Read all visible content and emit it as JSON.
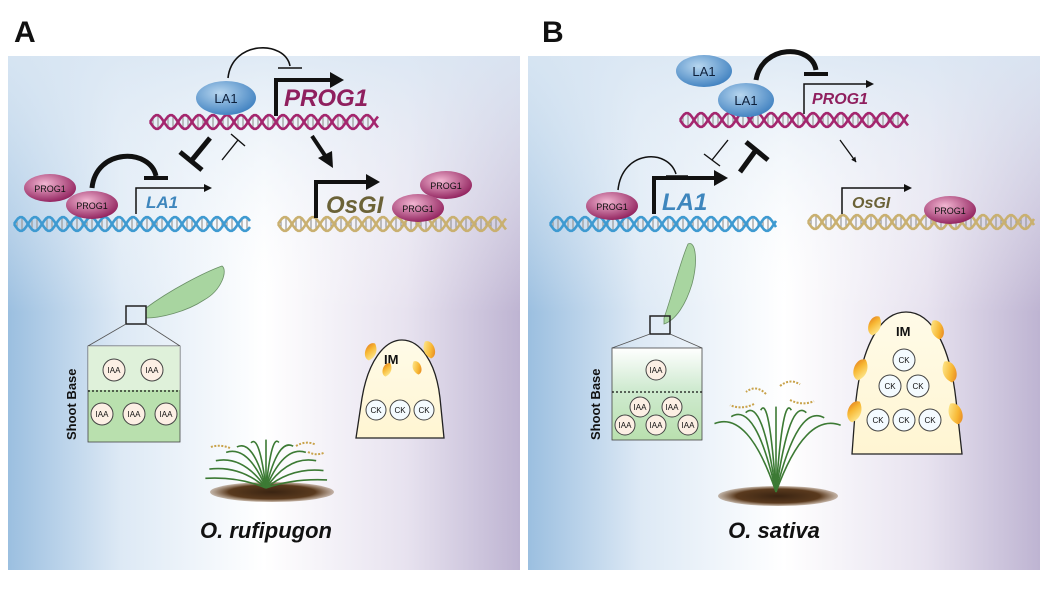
{
  "panels": [
    {
      "letter": "A",
      "genes": {
        "prog1": "PROG1",
        "la1": "LA1",
        "osgi": "OsGI"
      },
      "proteins": {
        "la1": "LA1",
        "prog1": "PROG1"
      },
      "shoot_base": "Shoot Base",
      "hormone_auxin": "IAA",
      "hormone_cytokinin": "CK",
      "meristem": "IM",
      "species": "O. rufipugon"
    },
    {
      "letter": "B",
      "genes": {
        "prog1": "PROG1",
        "la1": "LA1",
        "osgi": "OsGI"
      },
      "proteins": {
        "la1": "LA1",
        "prog1": "PROG1"
      },
      "shoot_base": "Shoot Base",
      "hormone_auxin": "IAA",
      "hormone_cytokinin": "CK",
      "meristem": "IM",
      "species": "O. sativa"
    }
  ],
  "colors": {
    "dna_magenta": "#a4266e",
    "dna_blue": "#3e9ad1",
    "dna_gold": "#c9b070",
    "la1_text": "#3e86bd",
    "prog1_text": "#8f1f5e",
    "osgi_text": "#6b6237",
    "leaf": "#a8d5a0",
    "box_green": "#b9e0ae"
  }
}
